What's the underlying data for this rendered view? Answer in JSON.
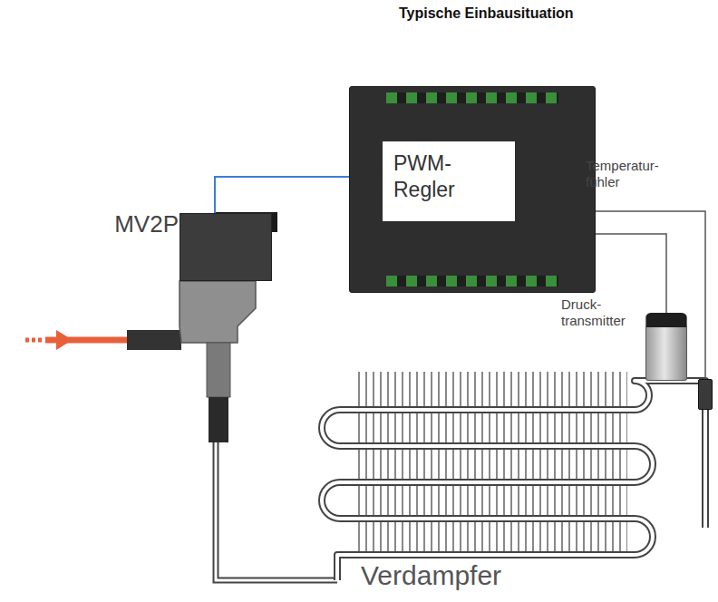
{
  "diagram": {
    "title": "Typische Einbausituation",
    "nodes": [
      {
        "text": [
          "PWM-Regler"
        ]
      },
      {
        "text": [
          "MV2P"
        ]
      },
      {
        "text": [
          "Druck- transmitter"
        ]
      },
      {
        "text": [
          "Temperatur- fühler"
        ]
      }
    ],
    "edges": [
      {
        "from": 1,
        "to": 0,
        "arrow": "none"
      },
      {
        "from": 0,
        "to": 2,
        "arrow": "none"
      },
      {
        "from": 0,
        "to": 3,
        "arrow": "none"
      }
    ],
    "labels": [
      "Verdampfer"
    ]
  }
}
